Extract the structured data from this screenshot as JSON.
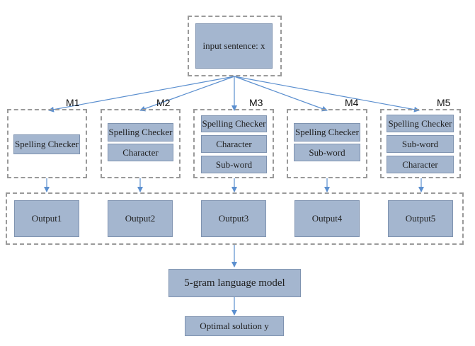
{
  "input": "input sentence: x",
  "models": [
    {
      "name": "M1",
      "components": [
        "Spelling Checker"
      ],
      "output": "Output1"
    },
    {
      "name": "M2",
      "components": [
        "Spelling Checker",
        "Character"
      ],
      "output": "Output2"
    },
    {
      "name": "M3",
      "components": [
        "Spelling Checker",
        "Character",
        "Sub-word"
      ],
      "output": "Output3"
    },
    {
      "name": "M4",
      "components": [
        "Spelling Checker",
        "Sub-word"
      ],
      "output": "Output4"
    },
    {
      "name": "M5",
      "components": [
        "Spelling Checker",
        "Sub-word",
        "Character"
      ],
      "output": "Output5"
    }
  ],
  "language_model": "5-gram  language model",
  "solution": "Optimal solution y",
  "colors": {
    "box_fill": "#a4b6cf",
    "arrow": "#5b8fcf",
    "dash": "#9a9a9a"
  }
}
